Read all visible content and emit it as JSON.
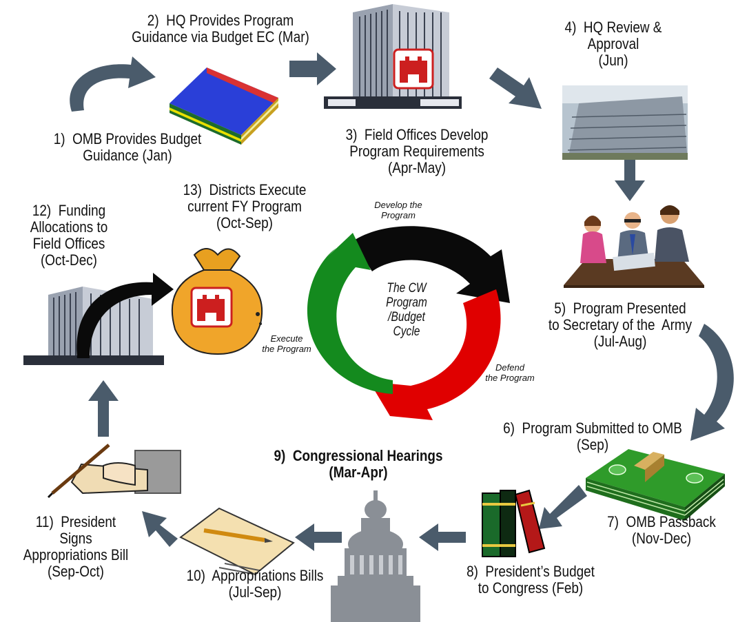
{
  "center": {
    "title": "The CW\nProgram\n/Budget\nCycle"
  },
  "cycle_phases": {
    "develop": "Develop the\nProgram",
    "defend": "Defend\nthe Program",
    "execute": "Execute\nthe Program"
  },
  "steps": [
    {
      "id": 1,
      "text": "1)  OMB Provides Budget\nGuidance (Jan)"
    },
    {
      "id": 2,
      "text": "2)  HQ Provides Program\nGuidance via Budget EC (Mar)"
    },
    {
      "id": 3,
      "text": "3)  Field Offices Develop\nProgram Requirements\n(Apr-May)"
    },
    {
      "id": 4,
      "text": "4)  HQ Review &\nApproval\n(Jun)"
    },
    {
      "id": 5,
      "text": "5)  Program Presented\nto Secretary of the  Army\n(Jul-Aug)"
    },
    {
      "id": 6,
      "text": "6)  Program Submitted to OMB\n(Sep)"
    },
    {
      "id": 7,
      "text": "7)  OMB Passback\n(Nov-Dec)"
    },
    {
      "id": 8,
      "text": "8)  President’s Budget\nto Congress (Feb)"
    },
    {
      "id": 9,
      "text": "9)  Congressional Hearings\n(Mar-Apr)"
    },
    {
      "id": 10,
      "text": "10)  Appropriations Bills\n(Jul-Sep)"
    },
    {
      "id": 11,
      "text": "11)  President\nSigns\nAppropriations Bill\n(Sep-Oct)"
    },
    {
      "id": 12,
      "text": "12)  Funding\nAllocations to\nField Offices\n(Oct-Dec)"
    },
    {
      "id": 13,
      "text": "13)  Districts Execute\ncurrent FY Program\n(Oct-Sep)"
    }
  ],
  "colors": {
    "arrow": "#4a5b6b",
    "cycle_black": "#0a0a0a",
    "cycle_red": "#e00000",
    "cycle_green": "#148a1e",
    "castle_red": "#cc1f1f",
    "money_green": "#2f9b2a",
    "capitol_gray": "#8a8f96"
  }
}
